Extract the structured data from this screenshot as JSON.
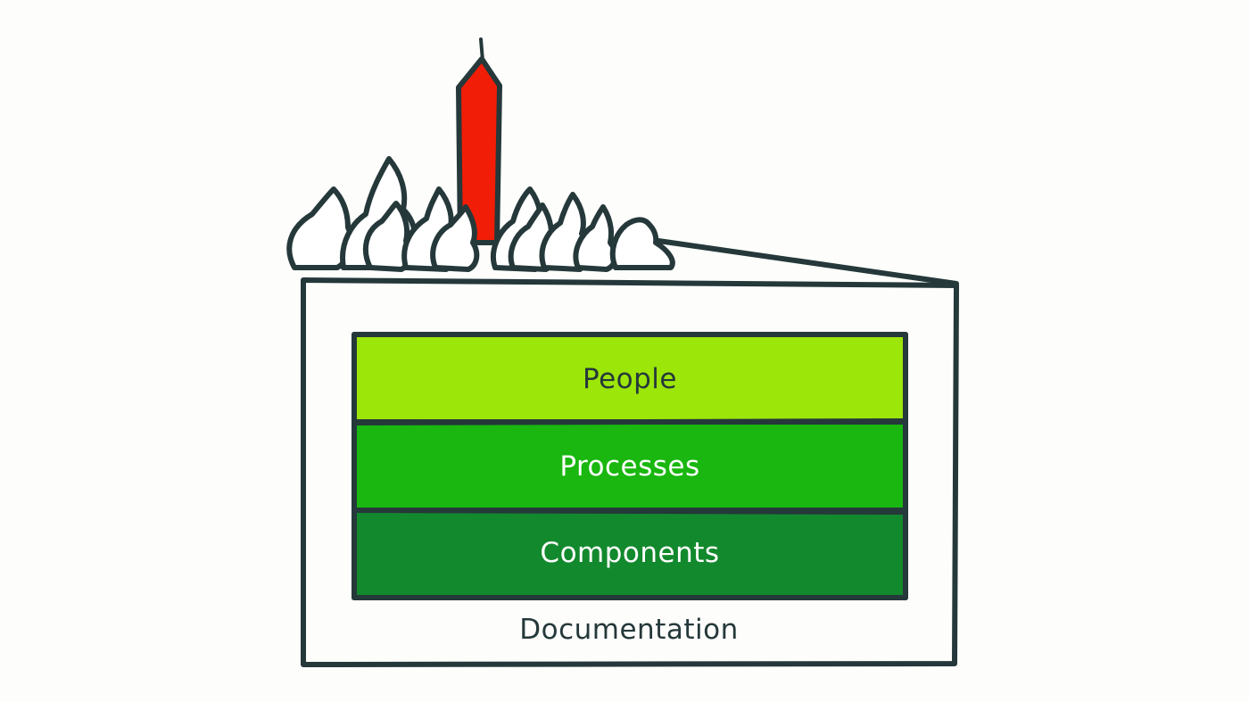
{
  "diagram": {
    "layers": [
      {
        "label": "People",
        "fill": "#9ce60a",
        "text_color": "#25383a"
      },
      {
        "label": "Processes",
        "fill": "#19b70f",
        "text_color": "#ffffff"
      },
      {
        "label": "Components",
        "fill": "#13892d",
        "text_color": "#ffffff"
      }
    ],
    "base_label": "Documentation",
    "colors": {
      "outline": "#25383a",
      "candle": "#f21d06",
      "cream": "#ffffff",
      "background": "#fdfdfb"
    },
    "icons": [
      "candle-icon",
      "whipped-cream-icon"
    ]
  }
}
